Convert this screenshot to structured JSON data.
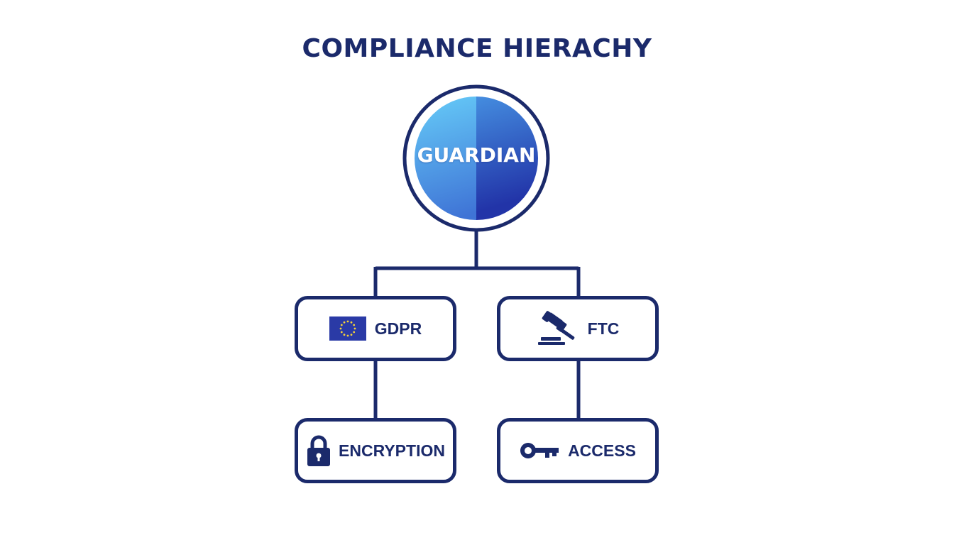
{
  "title": "COMPLIANCE HIERACHY",
  "root": {
    "label": "GUARDIAN"
  },
  "nodes": {
    "gdpr": {
      "label": "GDPR",
      "icon": "eu-flag-icon"
    },
    "ftc": {
      "label": "FTC",
      "icon": "gavel-icon"
    },
    "encryption": {
      "label": "ENCRYPTION",
      "icon": "padlock-icon"
    },
    "access": {
      "label": "ACCESS",
      "icon": "key-icon"
    }
  },
  "colors": {
    "navy": "#1b2a6b",
    "circle_light": "#5ec8f8",
    "circle_dark": "#2436a8"
  }
}
